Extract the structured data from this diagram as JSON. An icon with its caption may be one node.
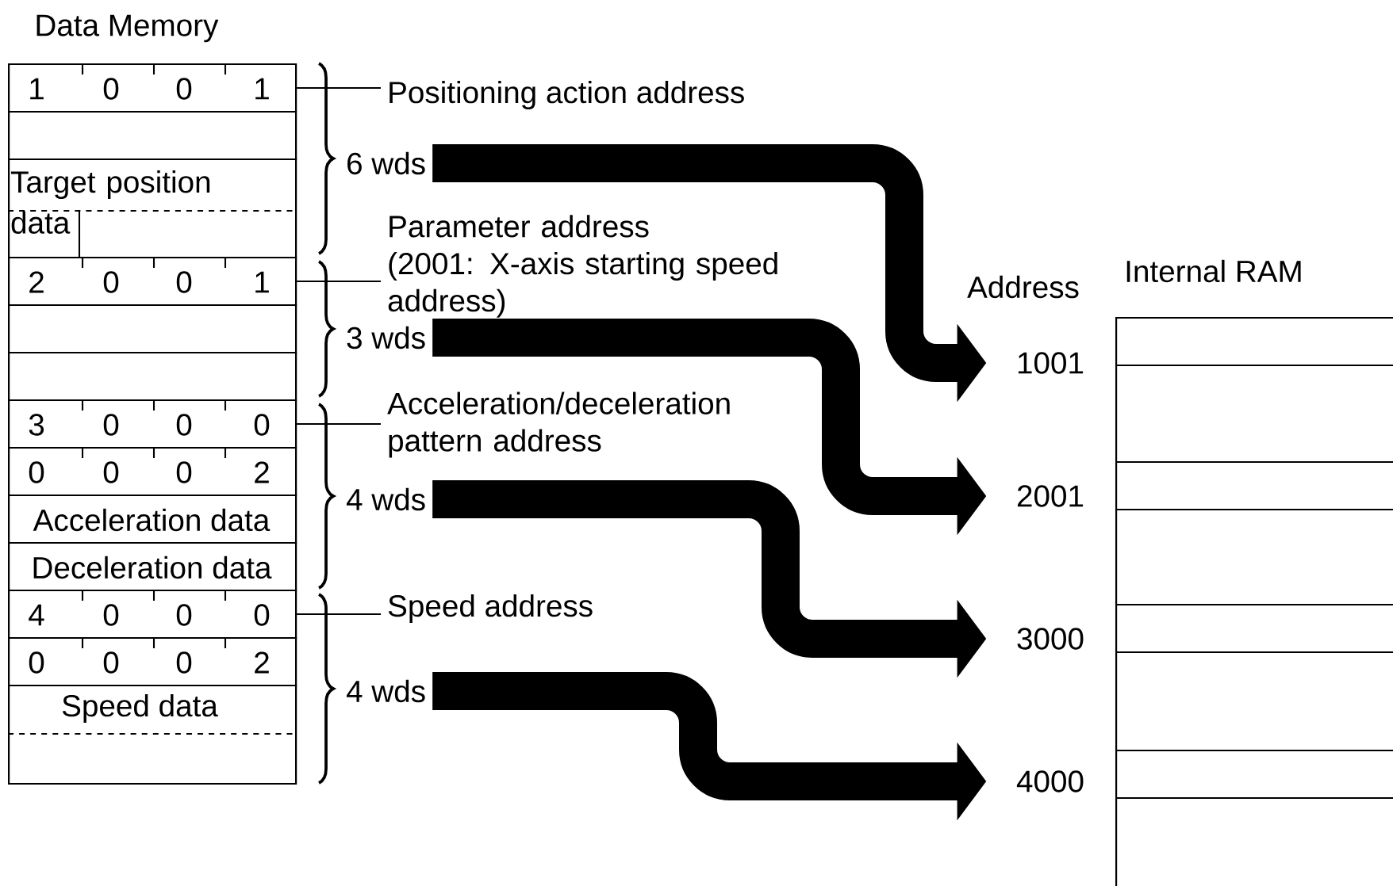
{
  "diagram": {
    "nodes": [
      {
        "text": [
          "Data Memory"
        ]
      },
      {
        "text": [
          "1",
          "0",
          "0",
          "1"
        ],
        "in": 0
      },
      {
        "text": [],
        "shape": "box",
        "in": 0
      },
      {
        "text": [
          "Target position data"
        ],
        "in": 0
      },
      {
        "text": [
          "2",
          "0",
          "0",
          "1"
        ],
        "in": 0
      },
      {
        "text": [],
        "shape": "box",
        "in": 0
      },
      {
        "text": [],
        "shape": "box",
        "in": 0
      },
      {
        "text": [
          "3",
          "0",
          "0",
          "0"
        ],
        "in": 0
      },
      {
        "text": [
          "0",
          "0",
          "0",
          "2"
        ],
        "in": 0
      },
      {
        "text": [
          "Acceleration data"
        ],
        "in": 0
      },
      {
        "text": [
          "Deceleration data"
        ],
        "in": 0
      },
      {
        "text": [
          "4",
          "0",
          "0",
          "0"
        ],
        "in": 0
      },
      {
        "text": [
          "0",
          "0",
          "0",
          "2"
        ],
        "in": 0
      },
      {
        "text": [
          "Speed data"
        ],
        "in": 0
      },
      {
        "text": [
          "Positioning action address"
        ]
      },
      {
        "text": [
          "6 wds"
        ]
      },
      {
        "text": [
          "Parameter address",
          "(2001: X-axis starting speed address)"
        ]
      },
      {
        "text": [
          "3 wds"
        ]
      },
      {
        "text": [
          "Acceleration/deceleration pattern address"
        ]
      },
      {
        "text": [
          "4 wds"
        ]
      },
      {
        "text": [
          "Speed address"
        ]
      },
      {
        "text": [
          "4 wds"
        ]
      },
      {
        "text": [
          "Internal RAM"
        ]
      },
      {
        "text": [],
        "shape": "box",
        "in": 22
      },
      {
        "text": [],
        "shape": "box",
        "in": 22
      },
      {
        "text": [],
        "shape": "box",
        "in": 22
      },
      {
        "text": [],
        "shape": "box",
        "in": 22
      },
      {
        "text": [],
        "shape": "box",
        "in": 22
      },
      {
        "text": [],
        "shape": "box",
        "in": 22
      },
      {
        "text": [],
        "shape": "box",
        "in": 22
      },
      {
        "text": [],
        "shape": "box",
        "in": 22
      },
      {
        "text": [
          "1001"
        ]
      },
      {
        "text": [
          "2001"
        ]
      },
      {
        "text": [
          "3000"
        ]
      },
      {
        "text": [
          "4000"
        ]
      }
    ],
    "edges": [
      {
        "from": 14,
        "to": 1,
        "arrow": "none"
      },
      {
        "from": 16,
        "to": 4,
        "arrow": "none"
      },
      {
        "from": 18,
        "to": 7,
        "arrow": "none"
      },
      {
        "from": 20,
        "to": 11,
        "arrow": "none"
      },
      {
        "from": 15,
        "to": 31,
        "arrow": "to",
        "style": "thick"
      },
      {
        "from": 17,
        "to": 32,
        "arrow": "to",
        "style": "thick"
      },
      {
        "from": 19,
        "to": 33,
        "arrow": "to",
        "style": "thick"
      },
      {
        "from": 21,
        "to": 34,
        "arrow": "to",
        "style": "thick"
      }
    ],
    "labels": [
      "Address"
    ]
  }
}
